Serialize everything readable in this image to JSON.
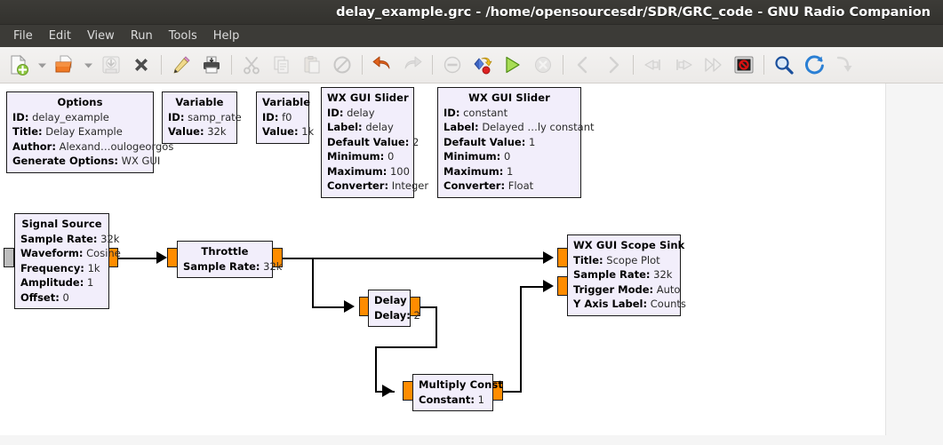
{
  "window": {
    "title": "delay_example.grc - /home/opensourcesdr/SDR/GRC_code - GNU Radio Companion"
  },
  "menubar": {
    "items": [
      {
        "label": "File"
      },
      {
        "label": "Edit"
      },
      {
        "label": "View"
      },
      {
        "label": "Run"
      },
      {
        "label": "Tools"
      },
      {
        "label": "Help"
      }
    ]
  },
  "toolbar": {
    "buttons": [
      {
        "name": "new-flowgraph-icon",
        "tooltip": "New",
        "enabled": true
      },
      {
        "name": "new-dropdown-icon",
        "tooltip": "New menu",
        "enabled": true
      },
      {
        "name": "open-flowgraph-icon",
        "tooltip": "Open",
        "enabled": true
      },
      {
        "name": "open-dropdown-icon",
        "tooltip": "Open menu",
        "enabled": true
      },
      {
        "name": "save-icon",
        "tooltip": "Save",
        "enabled": false
      },
      {
        "name": "close-icon",
        "tooltip": "Close",
        "enabled": true
      },
      {
        "name": "edit-properties-icon",
        "tooltip": "Properties",
        "enabled": true
      },
      {
        "name": "print-icon",
        "tooltip": "Print",
        "enabled": true
      },
      {
        "name": "cut-icon",
        "tooltip": "Cut",
        "enabled": false
      },
      {
        "name": "copy-icon",
        "tooltip": "Copy",
        "enabled": false
      },
      {
        "name": "paste-icon",
        "tooltip": "Paste",
        "enabled": false
      },
      {
        "name": "delete-icon",
        "tooltip": "Delete",
        "enabled": false
      },
      {
        "name": "undo-icon",
        "tooltip": "Undo",
        "enabled": true
      },
      {
        "name": "redo-icon",
        "tooltip": "Redo",
        "enabled": false
      },
      {
        "name": "errors-icon",
        "tooltip": "Errors",
        "enabled": false
      },
      {
        "name": "generate-icon",
        "tooltip": "Generate",
        "enabled": true
      },
      {
        "name": "execute-icon",
        "tooltip": "Execute",
        "enabled": true
      },
      {
        "name": "kill-icon",
        "tooltip": "Kill",
        "enabled": false
      },
      {
        "name": "rotate-left-icon",
        "tooltip": "Rotate Left",
        "enabled": false
      },
      {
        "name": "rotate-right-icon",
        "tooltip": "Rotate Right",
        "enabled": false
      },
      {
        "name": "enable-icon",
        "tooltip": "Enable",
        "enabled": false
      },
      {
        "name": "disable-icon",
        "tooltip": "Disable",
        "enabled": false
      },
      {
        "name": "more-icon",
        "tooltip": "More",
        "enabled": false
      },
      {
        "name": "bypass-icon",
        "tooltip": "Bypass",
        "enabled": true
      },
      {
        "name": "find-block-icon",
        "tooltip": "Find Block",
        "enabled": true
      },
      {
        "name": "reload-blocks-icon",
        "tooltip": "Reload Blocks",
        "enabled": true
      },
      {
        "name": "open-recent-icon",
        "tooltip": "Open Recent",
        "enabled": false
      }
    ]
  },
  "flowgraph": {
    "blocks": [
      {
        "id": "options",
        "title": "Options",
        "params": [
          {
            "key": "ID:",
            "value": "delay_example"
          },
          {
            "key": "Title:",
            "value": "Delay Example"
          },
          {
            "key": "Author:",
            "value": "Alexand…oulogeorgos"
          },
          {
            "key": "Generate Options:",
            "value": "WX GUI"
          }
        ]
      },
      {
        "id": "variable-samp-rate",
        "title": "Variable",
        "params": [
          {
            "key": "ID:",
            "value": "samp_rate"
          },
          {
            "key": "Value:",
            "value": "32k"
          }
        ]
      },
      {
        "id": "variable-f0",
        "title": "Variable",
        "params": [
          {
            "key": "ID:",
            "value": "f0"
          },
          {
            "key": "Value:",
            "value": "1k"
          }
        ]
      },
      {
        "id": "wx-gui-slider-delay",
        "title": "WX GUI Slider",
        "params": [
          {
            "key": "ID:",
            "value": "delay"
          },
          {
            "key": "Label:",
            "value": "delay"
          },
          {
            "key": "Default Value:",
            "value": "2"
          },
          {
            "key": "Minimum:",
            "value": "0"
          },
          {
            "key": "Maximum:",
            "value": "100"
          },
          {
            "key": "Converter:",
            "value": "Integer"
          }
        ]
      },
      {
        "id": "wx-gui-slider-constant",
        "title": "WX GUI Slider",
        "params": [
          {
            "key": "ID:",
            "value": "constant"
          },
          {
            "key": "Label:",
            "value": "Delayed …ly constant"
          },
          {
            "key": "Default Value:",
            "value": "1"
          },
          {
            "key": "Minimum:",
            "value": "0"
          },
          {
            "key": "Maximum:",
            "value": "1"
          },
          {
            "key": "Converter:",
            "value": "Float"
          }
        ]
      },
      {
        "id": "signal-source",
        "title": "Signal Source",
        "params": [
          {
            "key": "Sample Rate:",
            "value": "32k"
          },
          {
            "key": "Waveform:",
            "value": "Cosine"
          },
          {
            "key": "Frequency:",
            "value": "1k"
          },
          {
            "key": "Amplitude:",
            "value": "1"
          },
          {
            "key": "Offset:",
            "value": "0"
          }
        ]
      },
      {
        "id": "throttle",
        "title": "Throttle",
        "params": [
          {
            "key": "Sample Rate:",
            "value": "32k"
          }
        ]
      },
      {
        "id": "delay",
        "title": "Delay",
        "params": [
          {
            "key": "Delay:",
            "value": "2"
          }
        ]
      },
      {
        "id": "multiply-const",
        "title": "Multiply Const",
        "params": [
          {
            "key": "Constant:",
            "value": "1"
          }
        ]
      },
      {
        "id": "wx-gui-scope-sink",
        "title": "WX GUI Scope Sink",
        "params": [
          {
            "key": "Title:",
            "value": "Scope Plot"
          },
          {
            "key": "Sample Rate:",
            "value": "32k"
          },
          {
            "key": "Trigger Mode:",
            "value": "Auto"
          },
          {
            "key": "Y Axis Label:",
            "value": "Counts"
          }
        ]
      }
    ],
    "connections": [
      {
        "from": "signal-source",
        "to": "throttle"
      },
      {
        "from": "throttle",
        "to": "wx-gui-scope-sink.in0"
      },
      {
        "from": "throttle",
        "to": "delay"
      },
      {
        "from": "delay",
        "to": "multiply-const"
      },
      {
        "from": "multiply-const",
        "to": "wx-gui-scope-sink.in1"
      }
    ]
  },
  "colors": {
    "block_fill": "#f2eefb",
    "block_border": "#1a1a1a",
    "port_stream": "#ff8c00",
    "port_param": "#bdbdbd",
    "titlebar_bg": "#3c3b37",
    "canvas_bg": "#ffffff"
  }
}
